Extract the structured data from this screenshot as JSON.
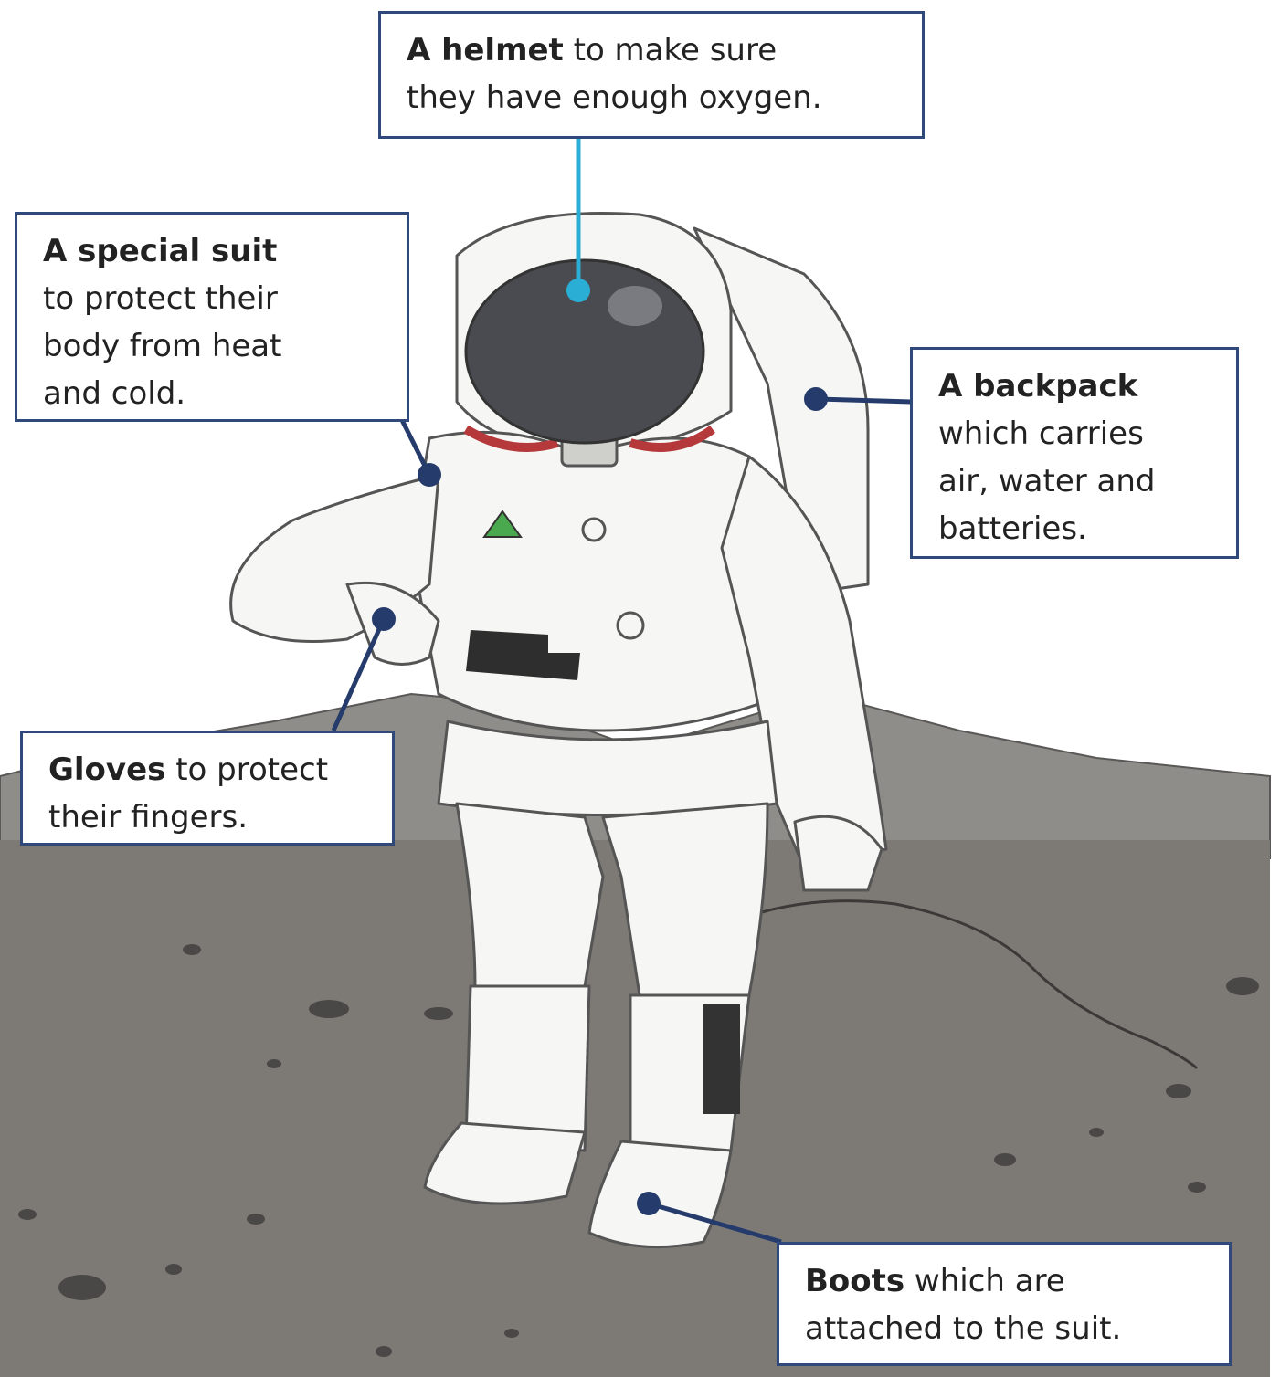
{
  "colors": {
    "frame": "#2f4a7a",
    "dot": "#243b6b",
    "helmet_leader": "#2aaed6",
    "ground": "#7d7a76",
    "hills": "#8f8d89",
    "visor": "#4a4b50",
    "suit": "#f6f6f4",
    "outline": "#555555",
    "collar": "#b5383a",
    "badge": "#4aa84e"
  },
  "labels": {
    "helmet": {
      "bold": "A helmet",
      "rest": " to make sure",
      "line2": "they have enough oxygen."
    },
    "suit": {
      "bold": "A special suit",
      "line2": "to protect their",
      "line3": "body from heat",
      "line4": "and cold."
    },
    "backpack": {
      "bold": "A backpack",
      "line2": "which carries",
      "line3": "air, water and",
      "line4": "batteries."
    },
    "gloves": {
      "bold": "Gloves",
      "rest": " to protect",
      "line2": "their fingers."
    },
    "boots": {
      "bold": "Boots",
      "rest": " which are",
      "line2": "attached to the suit."
    }
  }
}
